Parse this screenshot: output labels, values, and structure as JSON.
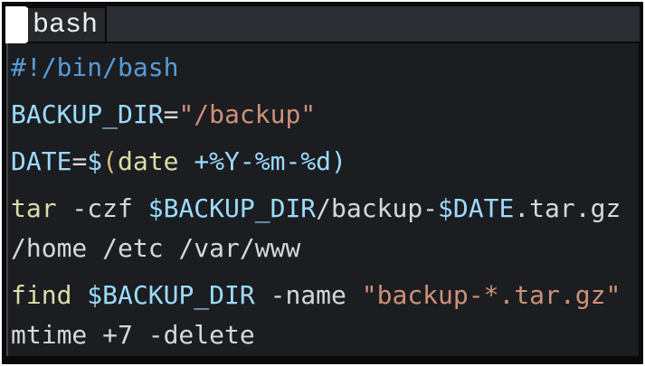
{
  "header": {
    "tab_label": "bash"
  },
  "colors": {
    "background": "#1b1d21",
    "header_bg": "#2a2d31",
    "tab_bg": "#26282b",
    "plain": "#d8d8d8",
    "shebang": "#569CD6",
    "variable": "#9CDCFE",
    "string": "#CE9178",
    "command": "#DCDCAA",
    "bracket": "#d7ba7d"
  },
  "code": {
    "language": "bash",
    "full_text": "#!/bin/bash\n\nBACKUP_DIR=\"/backup\"\n\nDATE=$(date +%Y-%m-%d)\n\ntar -czf $BACKUP_DIR/backup-$DATE.tar.gz /home /etc /var/www\n\nfind $BACKUP_DIR -name \"backup-*.tar.gz\" -mtime +7 -delete",
    "lines": [
      {
        "wrap": false,
        "spans": [
          {
            "t": "#!/bin/bash",
            "c": "shebang"
          }
        ]
      },
      {
        "wrap": false,
        "spans": [
          {
            "t": "BACKUP_DIR",
            "c": "variable"
          },
          {
            "t": "=",
            "c": "plain"
          },
          {
            "t": "\"/backup\"",
            "c": "string"
          }
        ]
      },
      {
        "wrap": false,
        "spans": [
          {
            "t": "DATE",
            "c": "variable"
          },
          {
            "t": "=",
            "c": "plain"
          },
          {
            "t": "$",
            "c": "variable"
          },
          {
            "t": "(",
            "c": "bracket"
          },
          {
            "t": "date",
            "c": "command"
          },
          {
            "t": " ",
            "c": "plain"
          },
          {
            "t": "+%Y-%m-%d",
            "c": "variable"
          },
          {
            "t": ")",
            "c": "variable"
          }
        ]
      },
      {
        "wrap": false,
        "spans": [
          {
            "t": "tar",
            "c": "command"
          },
          {
            "t": " -czf ",
            "c": "plain"
          },
          {
            "t": "$BACKUP_DIR",
            "c": "variable"
          },
          {
            "t": "/backup-",
            "c": "plain"
          },
          {
            "t": "$DATE",
            "c": "variable"
          },
          {
            "t": ".tar.gz",
            "c": "plain"
          }
        ]
      },
      {
        "wrap": true,
        "spans": [
          {
            "t": "/home /etc /var/www",
            "c": "plain"
          }
        ]
      },
      {
        "wrap": false,
        "spans": [
          {
            "t": "find",
            "c": "command"
          },
          {
            "t": " ",
            "c": "plain"
          },
          {
            "t": "$BACKUP_DIR",
            "c": "variable"
          },
          {
            "t": " -name ",
            "c": "plain"
          },
          {
            "t": "\"backup-*.tar.gz\"",
            "c": "string"
          },
          {
            "t": " -",
            "c": "plain"
          }
        ]
      },
      {
        "wrap": true,
        "spans": [
          {
            "t": "mtime +7 -delete",
            "c": "plain"
          }
        ]
      }
    ]
  }
}
